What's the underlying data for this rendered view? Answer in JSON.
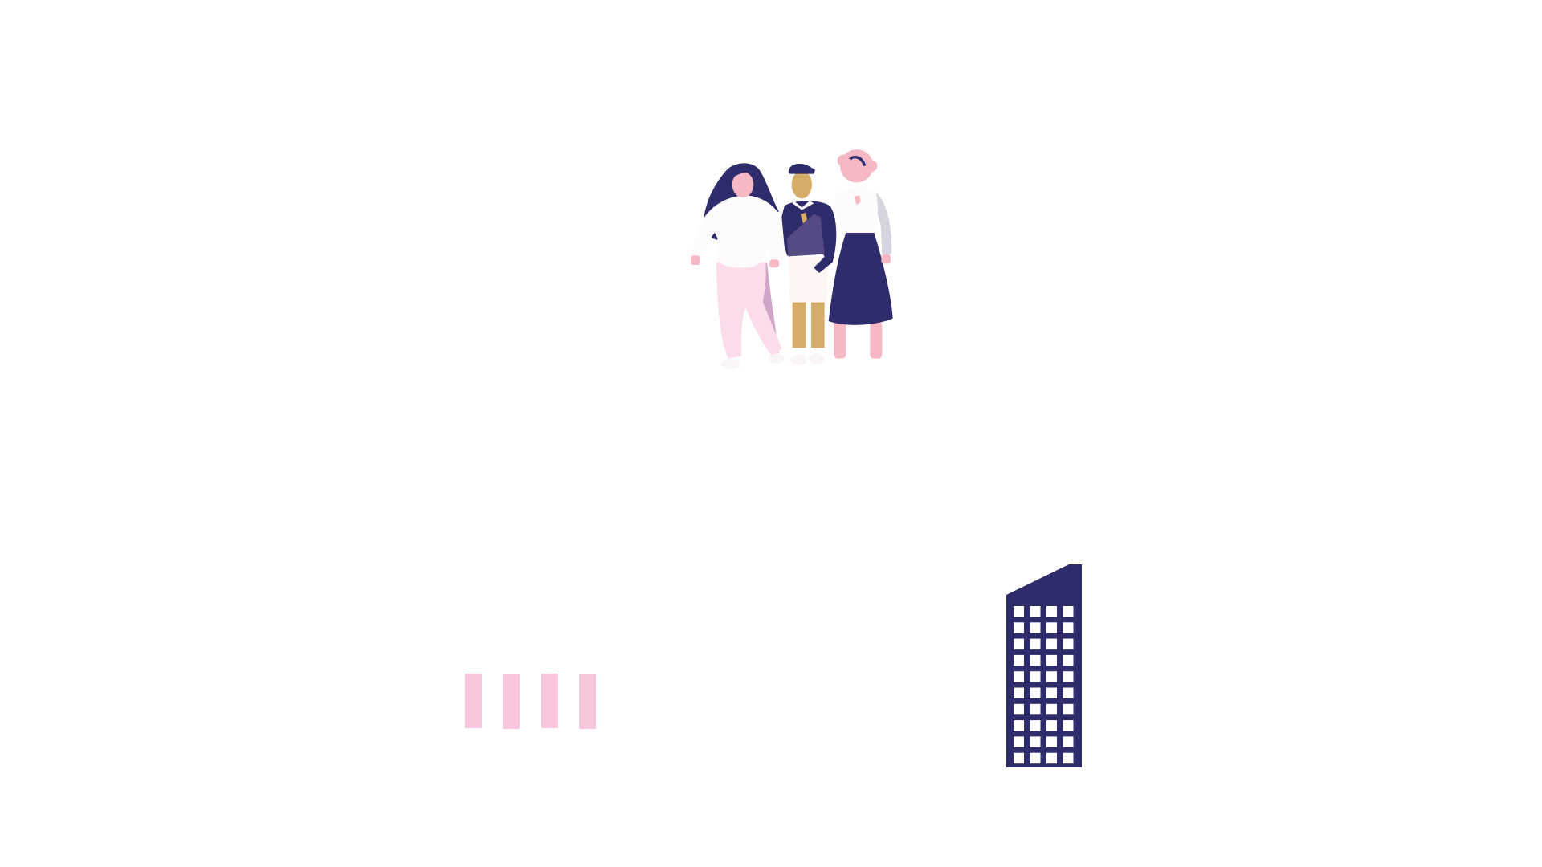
{
  "colors": {
    "background": "#ffffff",
    "navy": "#2e2c6a",
    "purple": "#564a85",
    "pink": "#f7c6dc",
    "light_pink": "#fbdcea",
    "mauve": "#d0a6c8",
    "skin_pink": "#f6b8c4",
    "skin_tan": "#d6ad68",
    "white_cloth": "#fdfbfb",
    "grey_sleeve": "#d6d4de"
  },
  "illustration": {
    "people_count": 3,
    "building_window_rows": 10,
    "building_window_cols": 4,
    "pink_bar_count": 4
  }
}
